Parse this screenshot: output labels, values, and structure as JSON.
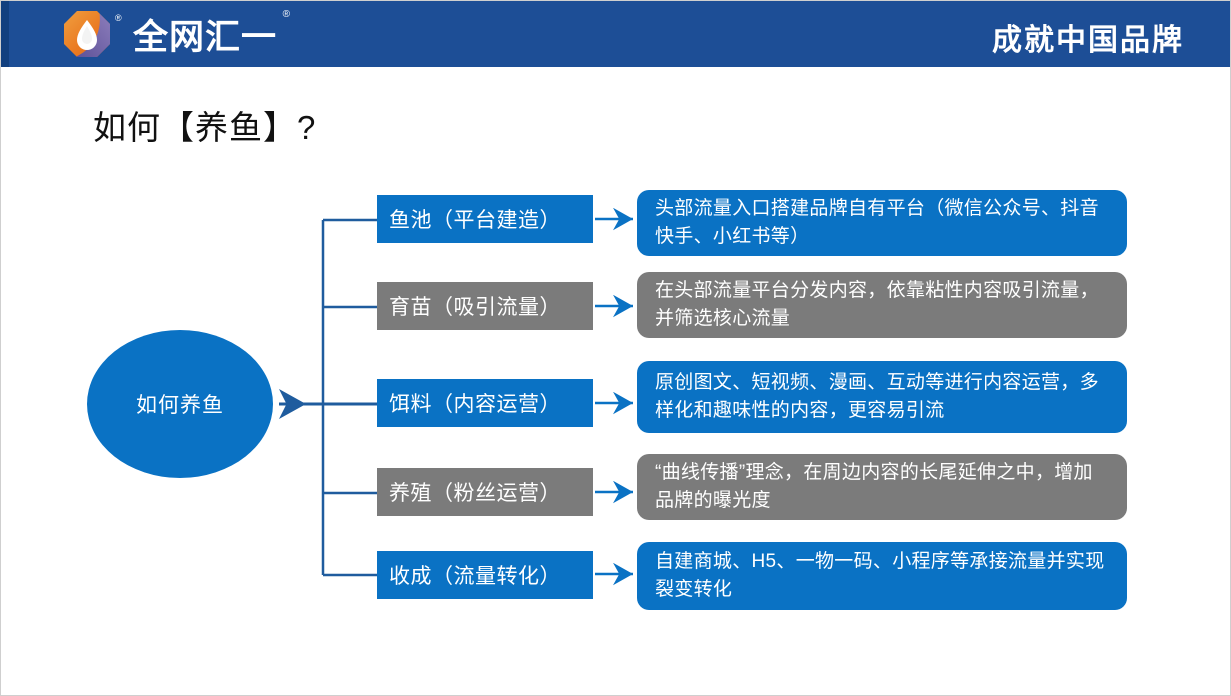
{
  "header": {
    "logo_text": "全网汇一",
    "logo_registered_mark": "®",
    "logo_mark_registered": "®",
    "slogan": "成就中国品牌",
    "bar_color": "#1d4e96"
  },
  "title": "如何【养鱼】?",
  "hub": {
    "label": "如何养鱼",
    "color": "#0a72c4"
  },
  "colors": {
    "blue": "#0a72c4",
    "gray": "#7b7b7b",
    "connector": "#1f5c9e",
    "header_blue": "#1d4e96"
  },
  "rows": [
    {
      "stage": "鱼池（平台建造）",
      "stage_color": "blue",
      "description": "头部流量入口搭建品牌自有平台（微信公众号、抖音快手、小红书等）",
      "description_color": "blue"
    },
    {
      "stage": "育苗（吸引流量）",
      "stage_color": "gray",
      "description": "在头部流量平台分发内容，依靠粘性内容吸引流量，并筛选核心流量",
      "description_color": "gray"
    },
    {
      "stage": "饵料（内容运营）",
      "stage_color": "blue",
      "description": "原创图文、短视频、漫画、互动等进行内容运营，多样化和趣味性的内容，更容易引流",
      "description_color": "blue"
    },
    {
      "stage": "养殖（粉丝运营）",
      "stage_color": "gray",
      "description": "“曲线传播”理念，在周边内容的长尾延伸之中，增加品牌的曝光度",
      "description_color": "gray"
    },
    {
      "stage": "收成（流量转化）",
      "stage_color": "blue",
      "description": "自建商城、H5、一物一码、小程序等承接流量并实现裂变转化",
      "description_color": "blue"
    }
  ]
}
